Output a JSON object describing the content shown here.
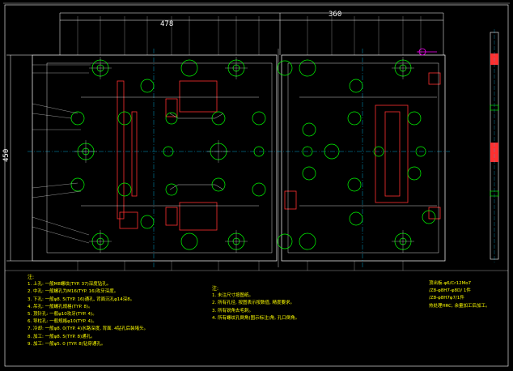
{
  "drawing": {
    "dim_width_left": "478",
    "dim_width_right": "360",
    "dim_height": "450",
    "colors": {
      "background": "#000000",
      "geometry": "#ffffff",
      "holes": "#00ff00",
      "centerlines": "#00c8ff",
      "pockets": "#ff3030",
      "dims": "#ffffff",
      "notes": "#ffff00",
      "accent": "#ff00ff"
    }
  },
  "notes_left": {
    "title": "注:",
    "lines": [
      "1. 上孔: 一般M8螺纹(TYP. 37)深度钻孔。",
      "2. 中孔: 一般螺孔为M16(TYP. 16)攻牙深度。",
      "3. 下孔: 一般φ8. 5(TYP. 16)通孔, 背面沉孔φ14深8。",
      "4. 吊孔: 一般螺孔规格(TYP. 8)。",
      "5. 顶针孔: 一般φ10攻牙(TYP. 4)。",
      "6. 导柱孔: 一般规格φ10(TYP. 4)。",
      "7. 冷却: 一般φ8. 0(TYP. 4)水路深度, 背面. 4钻孔后装堵头。",
      "8. 加工: 一般φ8. 5(TYP. 8)通孔。",
      "9. 加工: 一般φ5. 0 (TYP. 8)钻穿通孔。"
    ]
  },
  "notes_mid": {
    "title": "注:",
    "lines": [
      "1. 未注尺寸按图纸。",
      "2. 所有孔径, 按图表示按数值, 精度要求。",
      "3. 所有锐角去毛刺。",
      "4. 所有螺纹孔倒角(图示标注)角, 孔口倒角。"
    ]
  },
  "notes_right": {
    "lines": [
      "顶出板-φ6/Cr12Mo7",
      "/Z8-φ8H7-φ8D/ 1件",
      "/Z8-φ8H7φ7/1件",
      "热处理HRC, 余量加工后加工。"
    ]
  },
  "side_view": {}
}
